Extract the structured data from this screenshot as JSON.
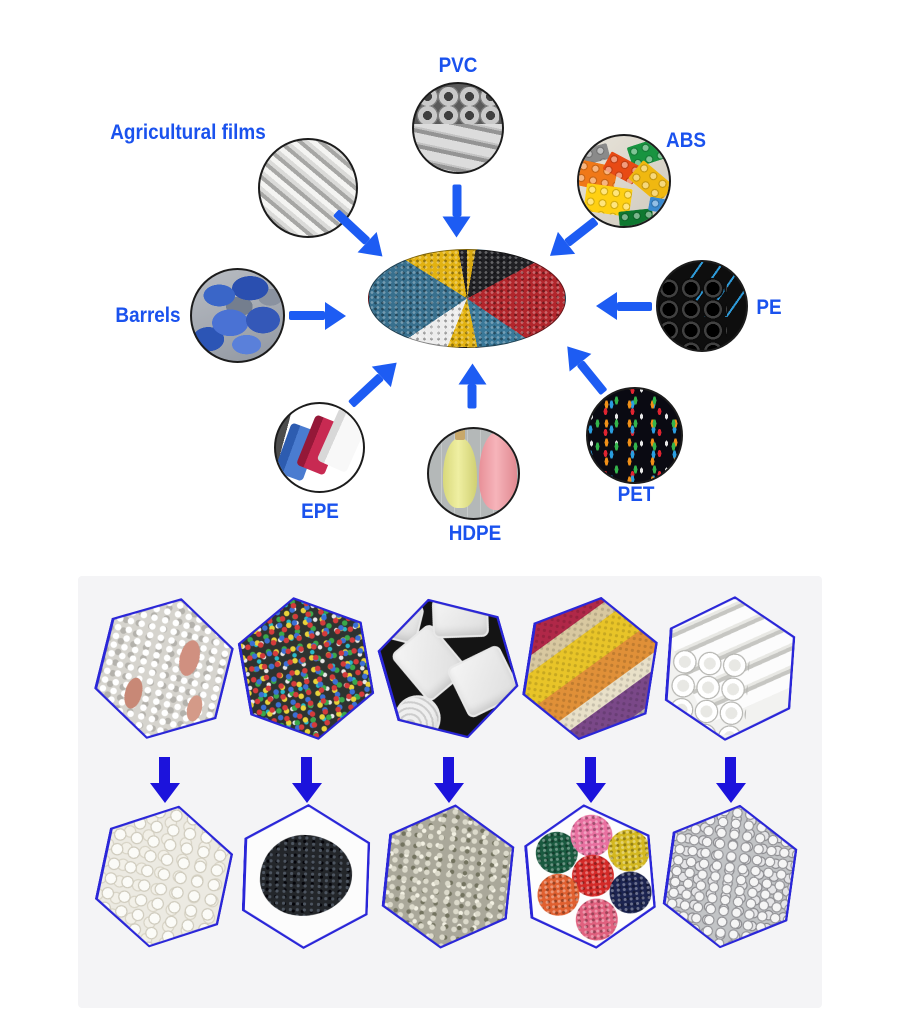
{
  "top_diagram": {
    "center_icon": "mixed-color-plastic-pellets-photo",
    "items": [
      {
        "id": "pvc",
        "label": "PVC",
        "icon": "gray-pvc-pipes-photo"
      },
      {
        "id": "agricultural-films",
        "label": "Agricultural films",
        "icon": "crumpled-plastic-film-photo"
      },
      {
        "id": "abs",
        "label": "ABS",
        "icon": "abs-toy-bricks-photo"
      },
      {
        "id": "pe",
        "label": "PE",
        "icon": "black-pe-pipes-photo"
      },
      {
        "id": "barrels",
        "label": "Barrels",
        "icon": "blue-plastic-barrels-photo"
      },
      {
        "id": "epe",
        "label": "EPE",
        "icon": "epe-foam-sheets-photo"
      },
      {
        "id": "hdpe",
        "label": "HDPE",
        "icon": "hdpe-bottles-photo"
      },
      {
        "id": "pet",
        "label": "PET",
        "icon": "pet-bottles-photo"
      }
    ]
  },
  "bottom_panel": {
    "columns": [
      {
        "raw_icon": "white-plastic-film-flakes-photo",
        "pellet_icon": "white-translucent-pellets-photo"
      },
      {
        "raw_icon": "mixed-color-plastic-flakes-photo",
        "pellet_icon": "black-pellets-pile-photo"
      },
      {
        "raw_icon": "white-foam-containers-photo",
        "pellet_icon": "gray-granules-photo"
      },
      {
        "raw_icon": "colored-nonwoven-fabric-rolls-photo",
        "pellet_icon": "multicolor-pellet-piles-photo"
      },
      {
        "raw_icon": "white-pvc-pipes-photo",
        "pellet_icon": "white-gray-pellets-photo"
      }
    ]
  },
  "colors": {
    "label_blue": "#1a52ee",
    "top_arrow_blue": "#1d5cf3",
    "bottom_arrow_blue": "#1c13dc",
    "hexagon_border_blue": "#2a26d8",
    "panel_gray": "#f4f4f6",
    "background": "#ffffff"
  }
}
